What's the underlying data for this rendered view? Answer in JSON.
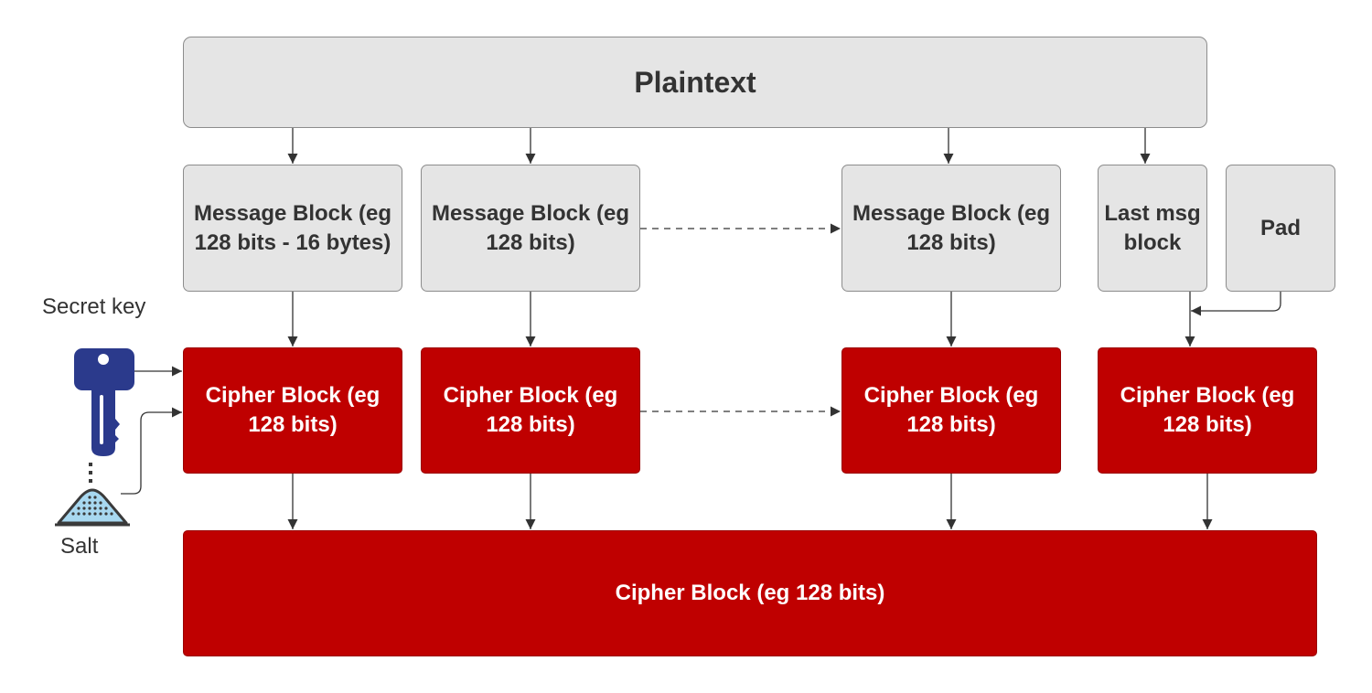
{
  "plaintext": {
    "label": "Plaintext"
  },
  "message_blocks": [
    {
      "label": "Message Block (eg 128 bits - 16 bytes)"
    },
    {
      "label": "Message Block (eg 128 bits)"
    },
    {
      "label": "Message Block (eg 128 bits)"
    },
    {
      "label": "Last msg block"
    }
  ],
  "pad": {
    "label": "Pad"
  },
  "cipher_blocks": [
    {
      "label": "Cipher Block (eg 128 bits)"
    },
    {
      "label": "Cipher Block (eg 128 bits)"
    },
    {
      "label": "Cipher Block (eg 128 bits)"
    },
    {
      "label": "Cipher Block (eg 128 bits)"
    }
  ],
  "final_cipher": {
    "label": "Cipher Block (eg 128 bits)"
  },
  "secret_key": {
    "label": "Secret key",
    "icon": "key-icon"
  },
  "salt": {
    "label": "Salt",
    "icon": "salt-pile-icon"
  },
  "colors": {
    "gray_fill": "#e5e5e5",
    "gray_border": "#8c8c8c",
    "red_fill": "#bf0000",
    "key_blue": "#2b3a8c",
    "salt_blue": "#a8d8f0",
    "arrow": "#333333"
  }
}
